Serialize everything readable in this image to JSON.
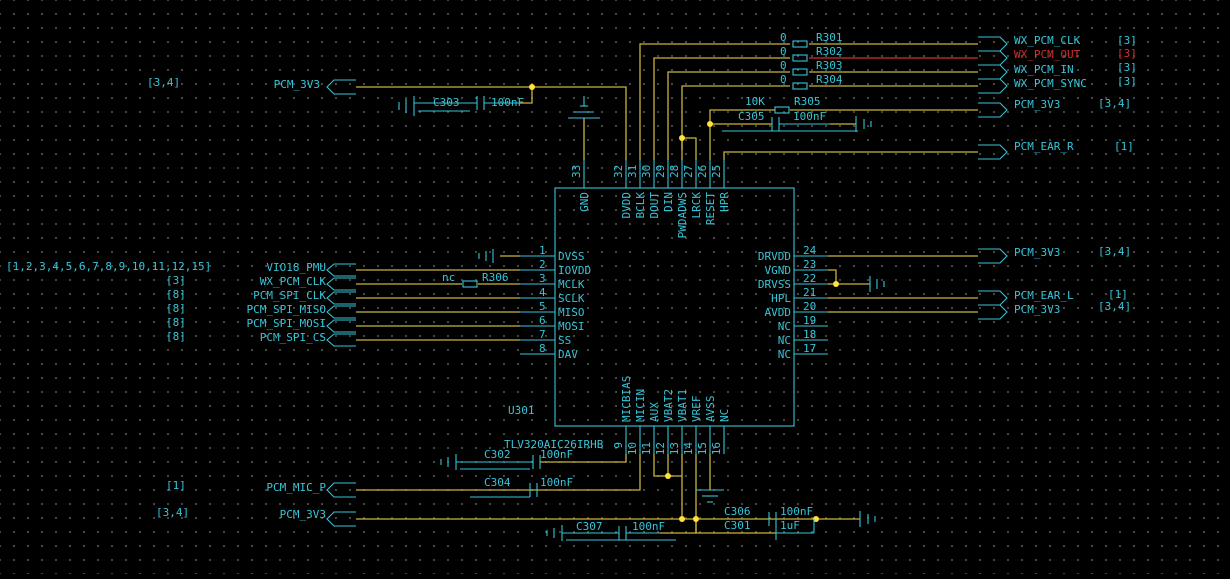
{
  "component": {
    "ref": "U301",
    "part": "TLV320AIC26IRHB"
  },
  "pins_left": [
    {
      "num": "1",
      "name": "DVSS"
    },
    {
      "num": "2",
      "name": "IOVDD"
    },
    {
      "num": "3",
      "name": "MCLK"
    },
    {
      "num": "4",
      "name": "SCLK"
    },
    {
      "num": "5",
      "name": "MISO"
    },
    {
      "num": "6",
      "name": "MOSI"
    },
    {
      "num": "7",
      "name": "SS"
    },
    {
      "num": "8",
      "name": "DAV"
    }
  ],
  "pins_right": [
    {
      "num": "24",
      "name": "DRVDD"
    },
    {
      "num": "23",
      "name": "VGND"
    },
    {
      "num": "22",
      "name": "DRVSS"
    },
    {
      "num": "21",
      "name": "HPL"
    },
    {
      "num": "20",
      "name": "AVDD"
    },
    {
      "num": "19",
      "name": "NC"
    },
    {
      "num": "18",
      "name": "NC"
    },
    {
      "num": "17",
      "name": "NC"
    }
  ],
  "pins_top": [
    {
      "num": "33",
      "name": "GND"
    },
    {
      "num": "32",
      "name": "DVDD"
    },
    {
      "num": "31",
      "name": "BCLK"
    },
    {
      "num": "30",
      "name": "DOUT"
    },
    {
      "num": "29",
      "name": "DIN"
    },
    {
      "num": "28",
      "name": "PWDADWS"
    },
    {
      "num": "27",
      "name": "LRCK"
    },
    {
      "num": "26",
      "name": "RESET"
    },
    {
      "num": "25",
      "name": "HPR"
    }
  ],
  "pins_bottom": [
    {
      "num": "9",
      "name": "MICBIAS"
    },
    {
      "num": "10",
      "name": "MICIN"
    },
    {
      "num": "11",
      "name": "AUX"
    },
    {
      "num": "12",
      "name": "VBAT2"
    },
    {
      "num": "13",
      "name": "VBAT1"
    },
    {
      "num": "14",
      "name": "VREF"
    },
    {
      "num": "15",
      "name": "AVSS"
    },
    {
      "num": "16",
      "name": "NC"
    }
  ],
  "ports_left": [
    {
      "net": "PCM_3V3",
      "ref": "[3,4]"
    },
    {
      "net": "VIO18_PMU",
      "ref": "[1,2,3,4,5,6,7,8,9,10,11,12,15]"
    },
    {
      "net": "WX_PCM_CLK",
      "ref": "[3]"
    },
    {
      "net": "PCM_SPI_CLK",
      "ref": "[8]"
    },
    {
      "net": "PCM_SPI_MISO",
      "ref": "[8]"
    },
    {
      "net": "PCM_SPI_MOSI",
      "ref": "[8]"
    },
    {
      "net": "PCM_SPI_CS",
      "ref": "[8]"
    },
    {
      "net": "PCM_MIC_P",
      "ref": "[1]"
    },
    {
      "net": "PCM_3V3",
      "ref": "[3,4]"
    }
  ],
  "ports_right": [
    {
      "net": "WX_PCM_CLK",
      "ref": "[3]"
    },
    {
      "net": "WX_PCM_OUT",
      "ref": "[3]"
    },
    {
      "net": "WX_PCM_IN",
      "ref": "[3]"
    },
    {
      "net": "WX_PCM_SYNC",
      "ref": "[3]"
    },
    {
      "net": "PCM_3V3",
      "ref": "[3,4]"
    },
    {
      "net": "PCM_EAR_R",
      "ref": "[1]"
    },
    {
      "net": "PCM_3V3",
      "ref": "[3,4]"
    },
    {
      "net": "PCM_EAR_L",
      "ref": "[1]"
    },
    {
      "net": "PCM_3V3",
      "ref": "[3,4]"
    }
  ],
  "resistors": [
    {
      "ref": "R301",
      "value": "0"
    },
    {
      "ref": "R302",
      "value": "0"
    },
    {
      "ref": "R303",
      "value": "0"
    },
    {
      "ref": "R304",
      "value": "0"
    },
    {
      "ref": "R305",
      "value": "10K"
    },
    {
      "ref": "R306",
      "value": "nc"
    }
  ],
  "capacitors": [
    {
      "ref": "C303",
      "value": "100nF"
    },
    {
      "ref": "C305",
      "value": "100nF"
    },
    {
      "ref": "C302",
      "value": "100nF"
    },
    {
      "ref": "C304",
      "value": "100nF"
    },
    {
      "ref": "C307",
      "value": "100nF"
    },
    {
      "ref": "C306",
      "value": "100nF"
    },
    {
      "ref": "C301",
      "value": "1uF"
    }
  ],
  "colors": {
    "wire": "#c9b23a",
    "component": "#37c5d8",
    "highlight": "#d23030",
    "junction": "#ffe23a"
  }
}
